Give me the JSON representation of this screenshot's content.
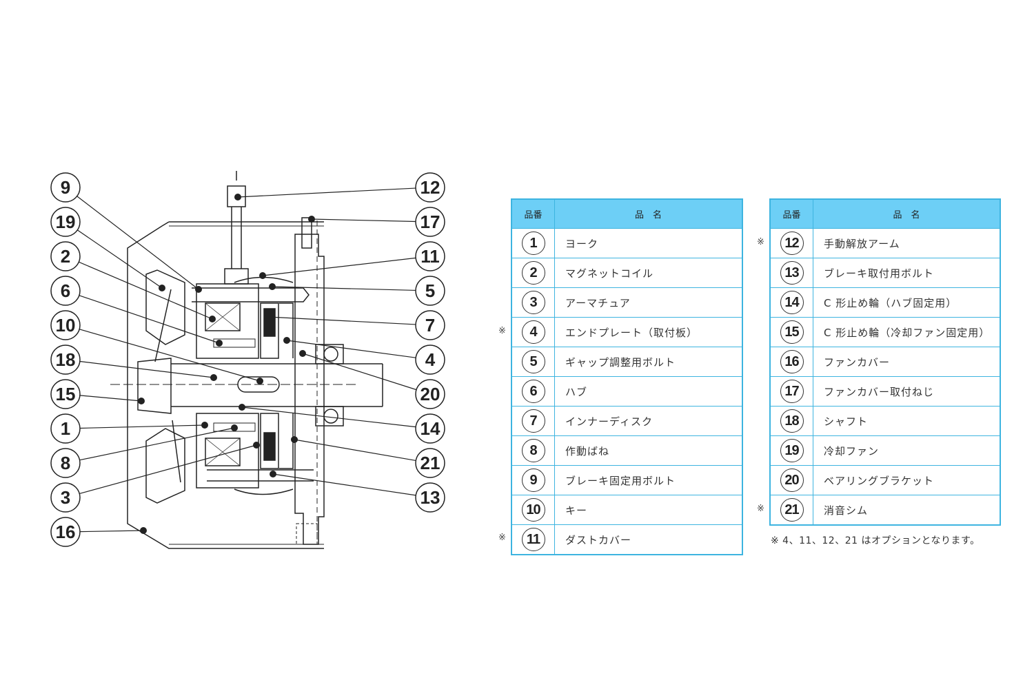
{
  "diagram": {
    "left_callouts": [
      "9",
      "19",
      "2",
      "6",
      "10",
      "18",
      "15",
      "1",
      "8",
      "3",
      "16"
    ],
    "right_callouts": [
      "12",
      "17",
      "11",
      "5",
      "7",
      "4",
      "20",
      "14",
      "21",
      "13"
    ]
  },
  "table_header": {
    "no": "品番",
    "name": "品　名"
  },
  "option_mark": "※",
  "table_left": [
    {
      "no": "1",
      "name": "ヨーク",
      "option": false
    },
    {
      "no": "2",
      "name": "マグネットコイル",
      "option": false
    },
    {
      "no": "3",
      "name": "アーマチュア",
      "option": false
    },
    {
      "no": "4",
      "name": "エンドプレート（取付板）",
      "option": true
    },
    {
      "no": "5",
      "name": "ギャップ調整用ボルト",
      "option": false
    },
    {
      "no": "6",
      "name": "ハブ",
      "option": false
    },
    {
      "no": "7",
      "name": "インナーディスク",
      "option": false
    },
    {
      "no": "8",
      "name": "作動ばね",
      "option": false
    },
    {
      "no": "9",
      "name": "ブレーキ固定用ボルト",
      "option": false
    },
    {
      "no": "10",
      "name": "キー",
      "option": false
    },
    {
      "no": "11",
      "name": "ダストカバー",
      "option": true
    }
  ],
  "table_right": [
    {
      "no": "12",
      "name": "手動解放アーム",
      "option": true
    },
    {
      "no": "13",
      "name": "ブレーキ取付用ボルト",
      "option": false
    },
    {
      "no": "14",
      "name": "C 形止め輪（ハブ固定用）",
      "option": false
    },
    {
      "no": "15",
      "name": "C 形止め輪（冷却ファン固定用）",
      "option": false
    },
    {
      "no": "16",
      "name": "ファンカバー",
      "option": false
    },
    {
      "no": "17",
      "name": "ファンカバー取付ねじ",
      "option": false
    },
    {
      "no": "18",
      "name": "シャフト",
      "option": false
    },
    {
      "no": "19",
      "name": "冷却ファン",
      "option": false
    },
    {
      "no": "20",
      "name": "ベアリングブラケット",
      "option": false
    },
    {
      "no": "21",
      "name": "消音シム",
      "option": true
    }
  ],
  "note": "※ 4、11、12、21 はオプションとなります。"
}
